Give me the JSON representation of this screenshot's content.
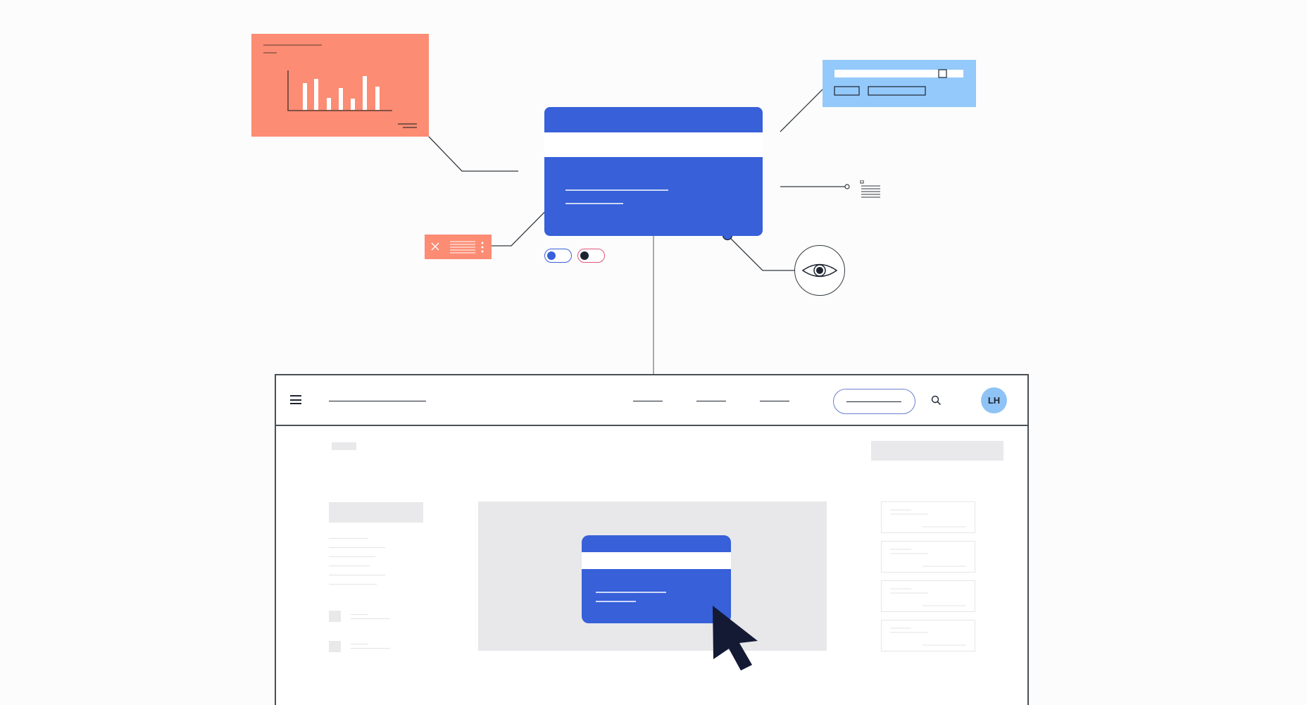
{
  "browser": {
    "user_avatar": {
      "initials": "LH"
    }
  },
  "colors": {
    "card_blue": "#3760d9",
    "coral": "#fc8c73",
    "light_blue": "#94c9fb",
    "dark_navy": "#1d2431",
    "avatar_blue": "#8fc3f5",
    "placeholder_grey": "#e9e9eb"
  },
  "icons": {
    "menu": "hamburger-icon",
    "search": "search-icon",
    "close": "close-icon",
    "visibility": "eye-icon",
    "pointer": "cursor-arrow-icon"
  },
  "toggles": [
    {
      "state": "on",
      "knob_color": "#3760d9"
    },
    {
      "state": "off",
      "knob_color": "#1d2431"
    }
  ]
}
